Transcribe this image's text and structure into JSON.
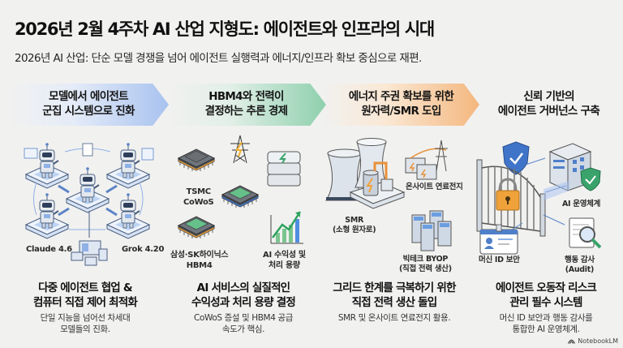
{
  "header": {
    "title": "2026년 2월 4주차 AI 산업 지형도: 에이전트와 인프라의 시대",
    "subtitle": "2026년 AI 산업: 단순 모델 경쟁을 넘어 에이전트 실행력과 에너지/인프라 확보 중심으로 재편."
  },
  "columns": [
    {
      "chevron": {
        "line1": "모델에서 에이전트",
        "line2": "군집 시스템으로 진화",
        "color": "#a8c2ef"
      },
      "labels": [
        "Claude 4.6",
        "Grok 4.20"
      ],
      "heading": {
        "line1": "다중 에이전트 협업 &",
        "line2": "컴퓨터 직접 제어 최적화"
      },
      "desc": {
        "line1": "단일 지능을 넘어선 차세대",
        "line2": "모델들의 진화."
      }
    },
    {
      "chevron": {
        "line1": "HBM4와 전력이",
        "line2": "결정하는 추론 경제",
        "color": "#8ed0ad"
      },
      "labels": [
        "TSMC",
        "CoWoS",
        "삼성·SK하이닉스",
        "HBM4",
        "AI 수익성 및",
        "처리 용량"
      ],
      "heading": {
        "line1": "AI 서비스의 실질적인",
        "line2": "수익성과 처리 용량 결정"
      },
      "desc": {
        "line1": "CoWoS 증설 및 HBM4 공급",
        "line2": "속도가 핵심."
      }
    },
    {
      "chevron": {
        "line1": "에너지 주권 확보를 위한",
        "line2": "원자력/SMR 도입",
        "color": "#f4b77e"
      },
      "labels": [
        "SMR",
        "(소형 원자로)",
        "온사이트 연료전지",
        "빅테크 BYOP",
        "(직접 전력 생산)"
      ],
      "heading": {
        "line1": "그리드 한계를 극복하기 위한",
        "line2": "직접 전력 생산 돌입"
      },
      "desc": {
        "line1": "SMR 및 온사이트 연료전지 활용.",
        "line2": ""
      }
    },
    {
      "chevron": {
        "line1": "신뢰 기반의",
        "line2": "에이전트 거버넌스 구축",
        "color": "none"
      },
      "labels": [
        "AI 운영체계",
        "머신 ID 보안",
        "행동 감사",
        "(Audit)"
      ],
      "heading": {
        "line1": "에이전트 오동작 리스크",
        "line2": "관리 필수 시스템"
      },
      "desc": {
        "line1": "머신 ID 보안과 행동 감사를",
        "line2": "통합한 AI 운영체계."
      }
    }
  ],
  "footer": {
    "brand": "NotebookLM",
    "icon": "notebooklm-logo-icon"
  },
  "icons": [
    "robot-icon",
    "document-icon",
    "computer-icon",
    "chip-icon",
    "power-tower-icon",
    "server-icon",
    "growth-chart-icon",
    "cooling-tower-icon",
    "fuel-cell-icon",
    "data-center-icon",
    "shield-check-icon",
    "building-icon",
    "gate-icon",
    "padlock-icon",
    "id-badge-icon",
    "magnifier-icon"
  ]
}
